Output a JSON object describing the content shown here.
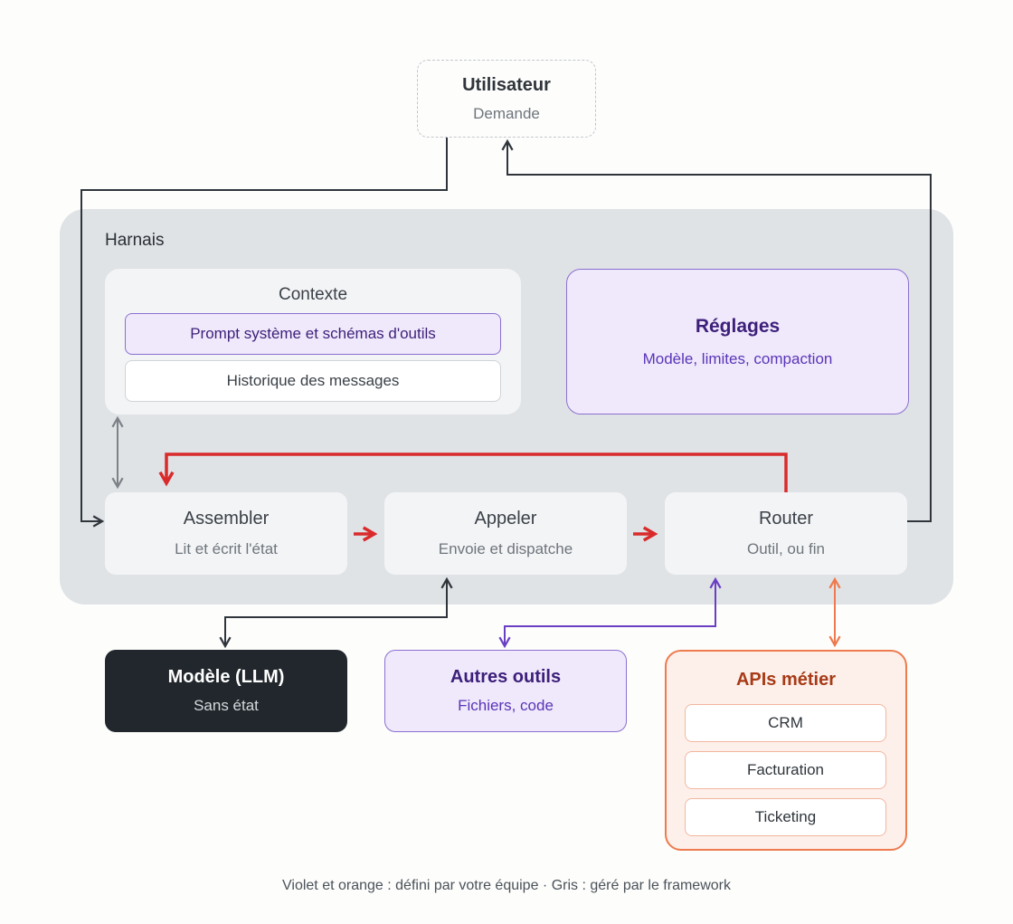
{
  "user": {
    "title": "Utilisateur",
    "subtitle": "Demande"
  },
  "harness": {
    "label": "Harnais"
  },
  "context": {
    "title": "Contexte",
    "items": [
      "Prompt système et schémas d'outils",
      "Historique des messages"
    ]
  },
  "settings": {
    "title": "Réglages",
    "subtitle": "Modèle, limites, compaction"
  },
  "stages": {
    "assembler": {
      "title": "Assembler",
      "subtitle": "Lit et écrit l'état"
    },
    "appeler": {
      "title": "Appeler",
      "subtitle": "Envoie et dispatche"
    },
    "router": {
      "title": "Router",
      "subtitle": "Outil, ou fin"
    }
  },
  "llm": {
    "title": "Modèle (LLM)",
    "subtitle": "Sans état"
  },
  "other_tools": {
    "title": "Autres outils",
    "subtitle": "Fichiers, code"
  },
  "apis": {
    "title": "APIs métier",
    "items": [
      "CRM",
      "Facturation",
      "Ticketing"
    ]
  },
  "legend": "Violet et orange : défini par votre équipe · Gris : géré par le framework",
  "colors": {
    "gray_arrow": "#2f353b",
    "loop_arrow": "#d92b2b",
    "purple_arrow": "#6a3fc4",
    "orange_arrow": "#ee7a4d"
  }
}
